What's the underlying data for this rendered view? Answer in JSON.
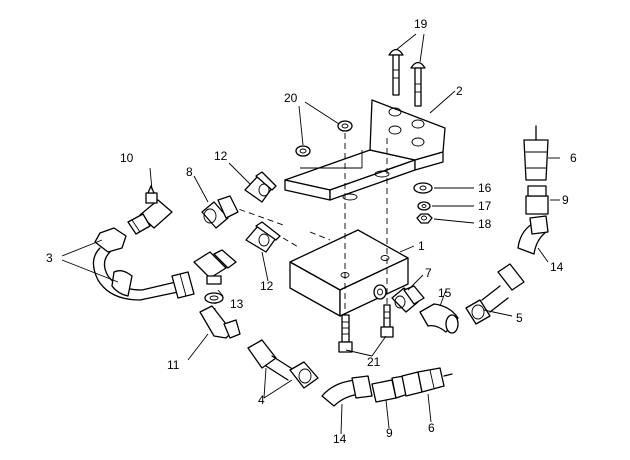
{
  "callouts": {
    "c1": "1",
    "c2": "2",
    "c3": "3",
    "c4": "4",
    "c5": "5",
    "c6a": "6",
    "c6b": "6",
    "c7": "7",
    "c8": "8",
    "c9a": "9",
    "c9b": "9",
    "c10": "10",
    "c11": "11",
    "c12a": "12",
    "c12b": "12",
    "c13": "13",
    "c14a": "14",
    "c14b": "14",
    "c15": "15",
    "c16": "16",
    "c17": "17",
    "c18": "18",
    "c19": "19",
    "c20": "20",
    "c21": "21"
  }
}
